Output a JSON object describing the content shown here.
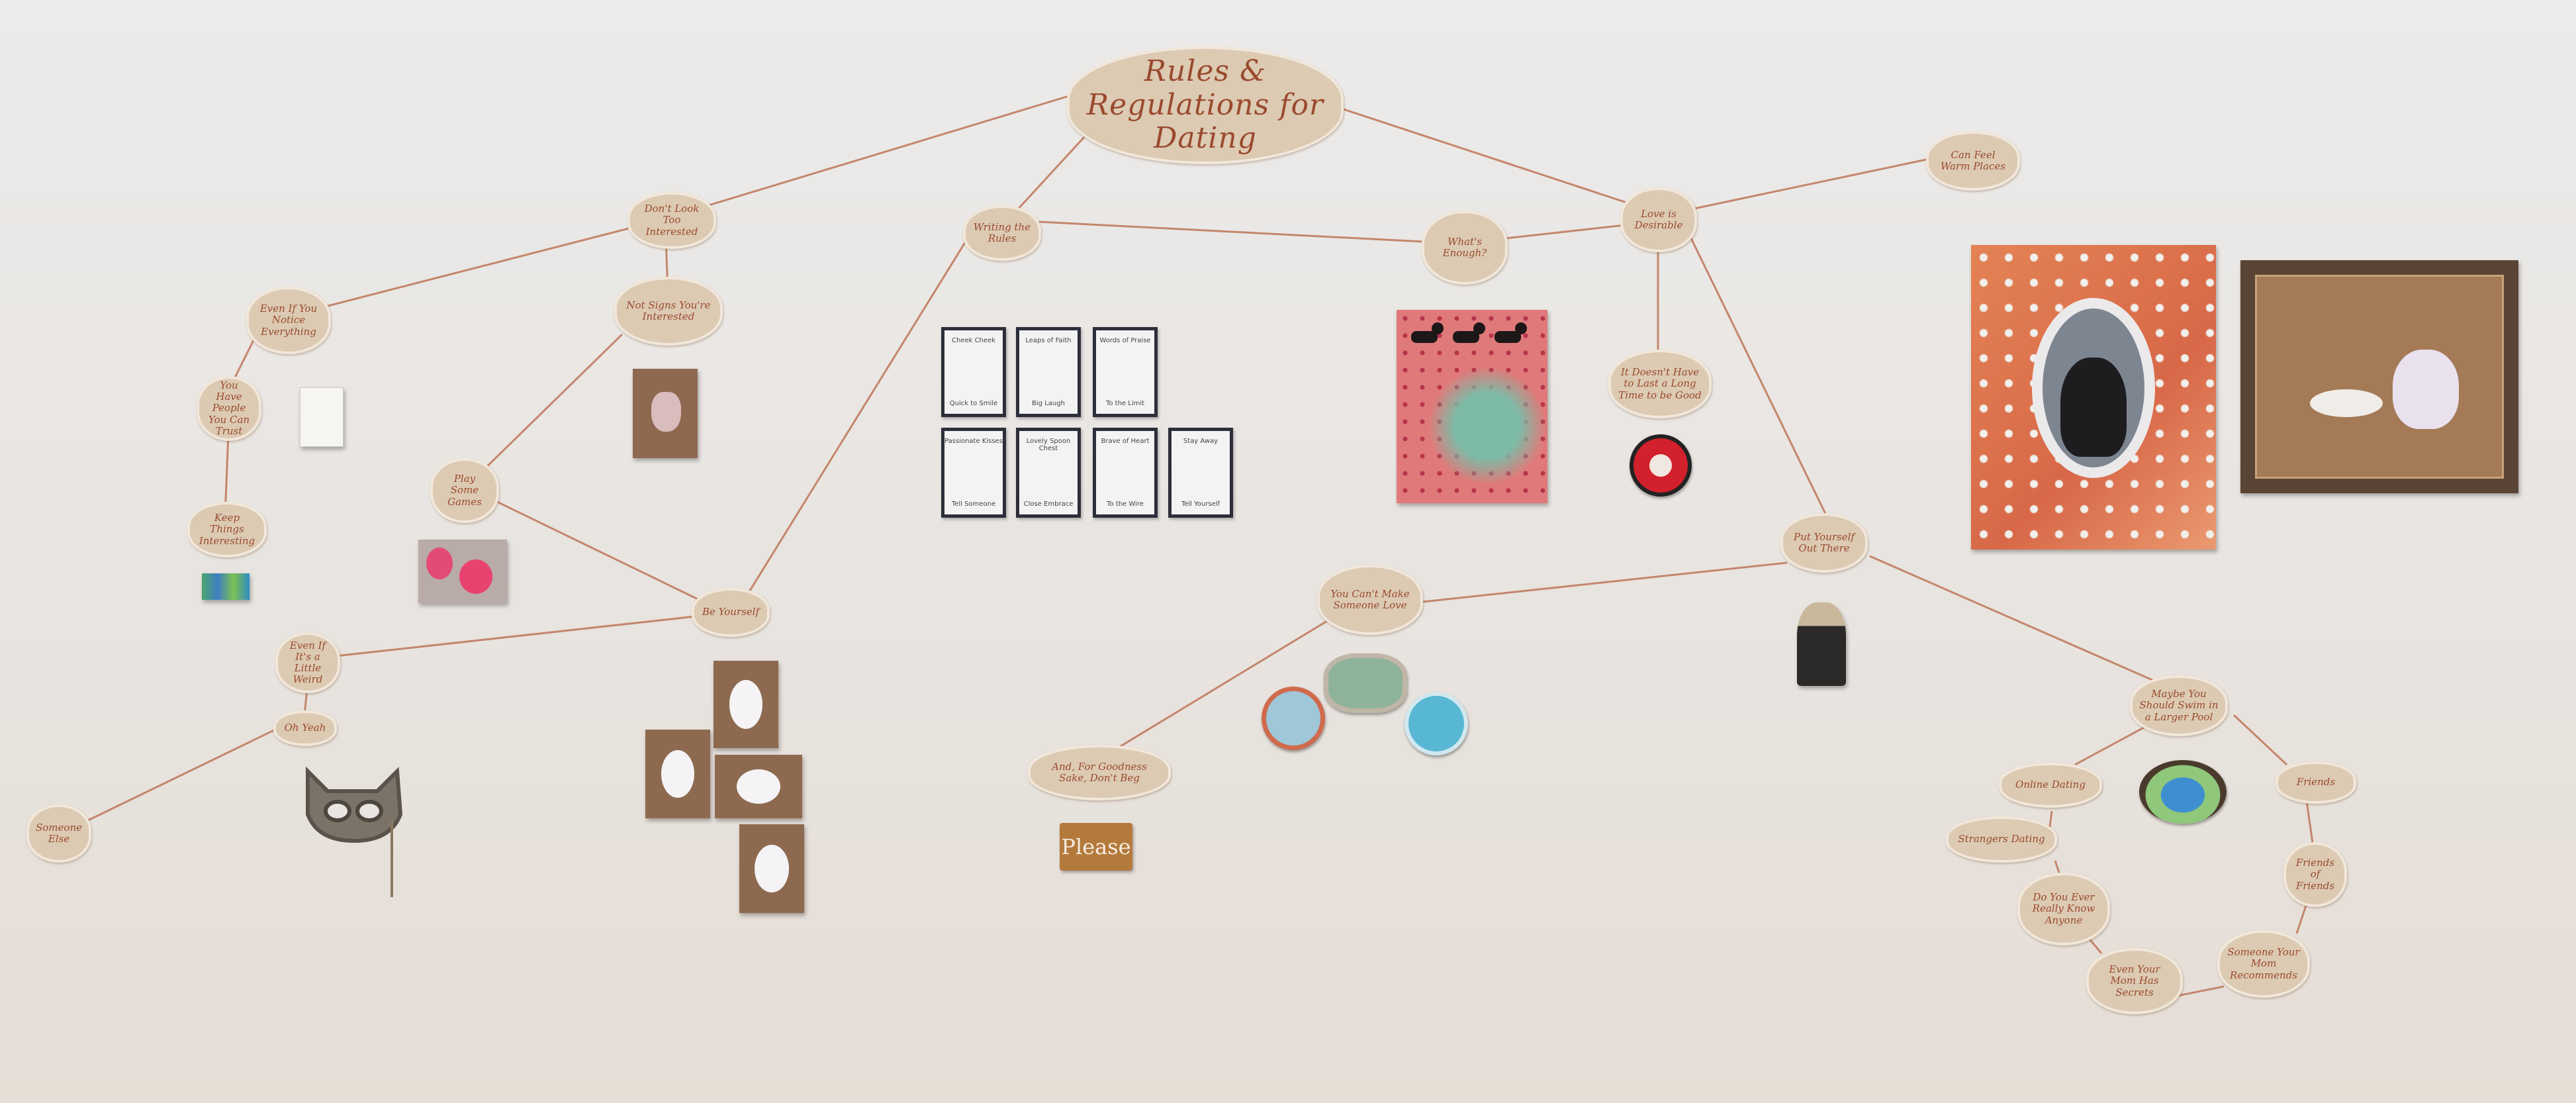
{
  "title": "Rules & Regulations for Dating",
  "nodes": {
    "dont_look": "Don't Look Too Interested",
    "even_if_you": "Even If You Notice Everything",
    "you_have_to": "You Have People You Can Trust",
    "keep_things": "Keep Things Interesting",
    "play_games": "Play Some Games",
    "not_signs": "Not Signs You're Interested",
    "what_is": "What's Enough?",
    "writing": "Writing the Rules",
    "love": "Love is Desirable",
    "can_feel": "Can Feel Warm Places",
    "it_doesnt": "It Doesn't Have to Last a Long Time to be Good",
    "be_yourself": "Be Yourself",
    "even_a_little": "Even If It's a Little Weird",
    "oh_yeah": "Oh Yeah",
    "someone": "Someone Else",
    "put_yourself": "Put Yourself Out There",
    "you_cant": "You Can't Make Someone Love",
    "and_for": "And, For Goodness Sake, Don't Beg",
    "maybe": "Maybe You Should Swim in a Larger Pool",
    "online": "Online Dating",
    "friends": "Friends",
    "strangers": "Strangers Dating",
    "do_you": "Do You Ever Really Know Anyone",
    "friends_of": "Friends of Friends",
    "someone_recs": "Someone Your Mom Recommends",
    "even_your": "Even Your Mom Has Secrets"
  },
  "please_sign": "Please",
  "cards": [
    {
      "top": "Cheek Cheek",
      "bottom": "Quick to Smile"
    },
    {
      "top": "Leaps of Faith",
      "bottom": "Big Laugh"
    },
    {
      "top": "Words of Praise",
      "bottom": "To the Limit"
    },
    {
      "top": "Passionate Kisses",
      "bottom": "Tell Someone"
    },
    {
      "top": "Lovely Spoon Chest",
      "bottom": "Close Embrace"
    },
    {
      "top": "Brave of Heart",
      "bottom": "To the Wire"
    },
    {
      "top": "Stay Away",
      "bottom": "Tell Yourself"
    }
  ],
  "colors": {
    "string": "#c4866c",
    "node_fill": "#dccab3",
    "node_text": "#9a4a2e",
    "wall": "#e9e5e1"
  }
}
